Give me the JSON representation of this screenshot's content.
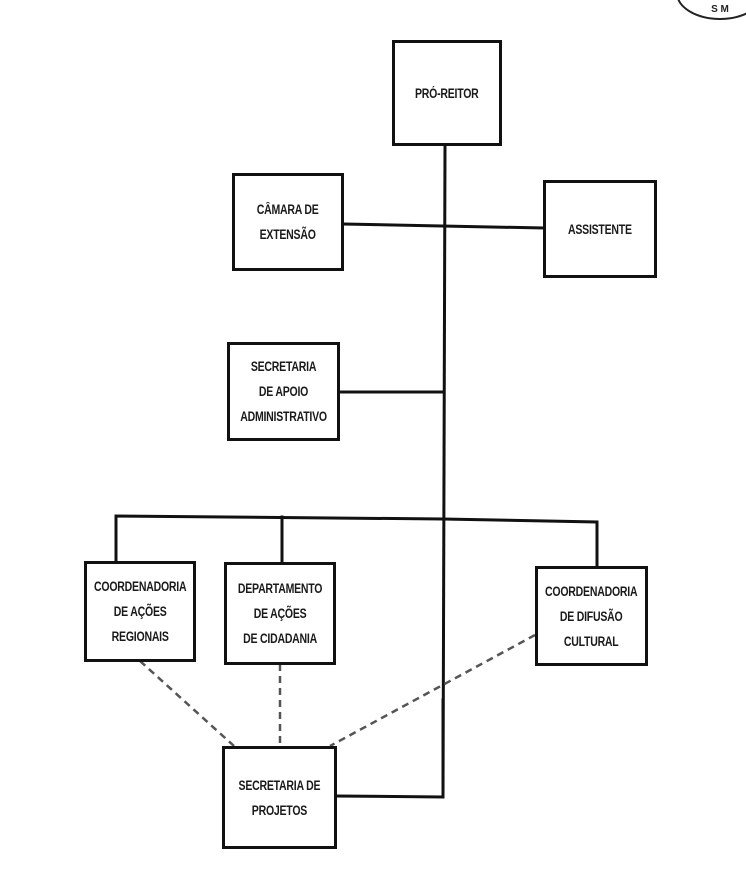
{
  "stamp": {
    "text": "S M"
  },
  "org_chart": {
    "nodes": [
      {
        "id": "pro-reitor",
        "lines": [
          "PRÓ-REITOR"
        ]
      },
      {
        "id": "camara-extensao",
        "lines": [
          "CÂMARA DE",
          "EXTENSÃO"
        ]
      },
      {
        "id": "assistente",
        "lines": [
          "ASSISTENTE"
        ]
      },
      {
        "id": "secretaria-apoio",
        "lines": [
          "SECRETARIA",
          "DE APOIO",
          "ADMINISTRATIVO"
        ]
      },
      {
        "id": "coord-acoes-regionais",
        "lines": [
          "COORDENADORIA",
          "DE AÇÕES",
          "REGIONAIS"
        ]
      },
      {
        "id": "dept-acoes-cidadania",
        "lines": [
          "DEPARTAMENTO",
          "DE AÇÕES",
          "DE CIDADANIA"
        ]
      },
      {
        "id": "coord-difusao-cultural",
        "lines": [
          "COORDENADORIA",
          "DE DIFUSÃO",
          "CULTURAL"
        ]
      },
      {
        "id": "secretaria-projetos",
        "lines": [
          "SECRETARIA DE",
          "PROJETOS"
        ]
      }
    ],
    "edges": [
      {
        "from": "pro-reitor",
        "to": "camara-extensao",
        "style": "solid"
      },
      {
        "from": "pro-reitor",
        "to": "assistente",
        "style": "solid"
      },
      {
        "from": "pro-reitor",
        "to": "secretaria-apoio",
        "style": "solid"
      },
      {
        "from": "pro-reitor",
        "to": "coord-acoes-regionais",
        "style": "solid"
      },
      {
        "from": "pro-reitor",
        "to": "dept-acoes-cidadania",
        "style": "solid"
      },
      {
        "from": "pro-reitor",
        "to": "coord-difusao-cultural",
        "style": "solid"
      },
      {
        "from": "pro-reitor",
        "to": "secretaria-projetos",
        "style": "solid"
      },
      {
        "from": "coord-acoes-regionais",
        "to": "secretaria-projetos",
        "style": "dashed"
      },
      {
        "from": "dept-acoes-cidadania",
        "to": "secretaria-projetos",
        "style": "dashed"
      },
      {
        "from": "coord-difusao-cultural",
        "to": "secretaria-projetos",
        "style": "dashed"
      }
    ]
  }
}
